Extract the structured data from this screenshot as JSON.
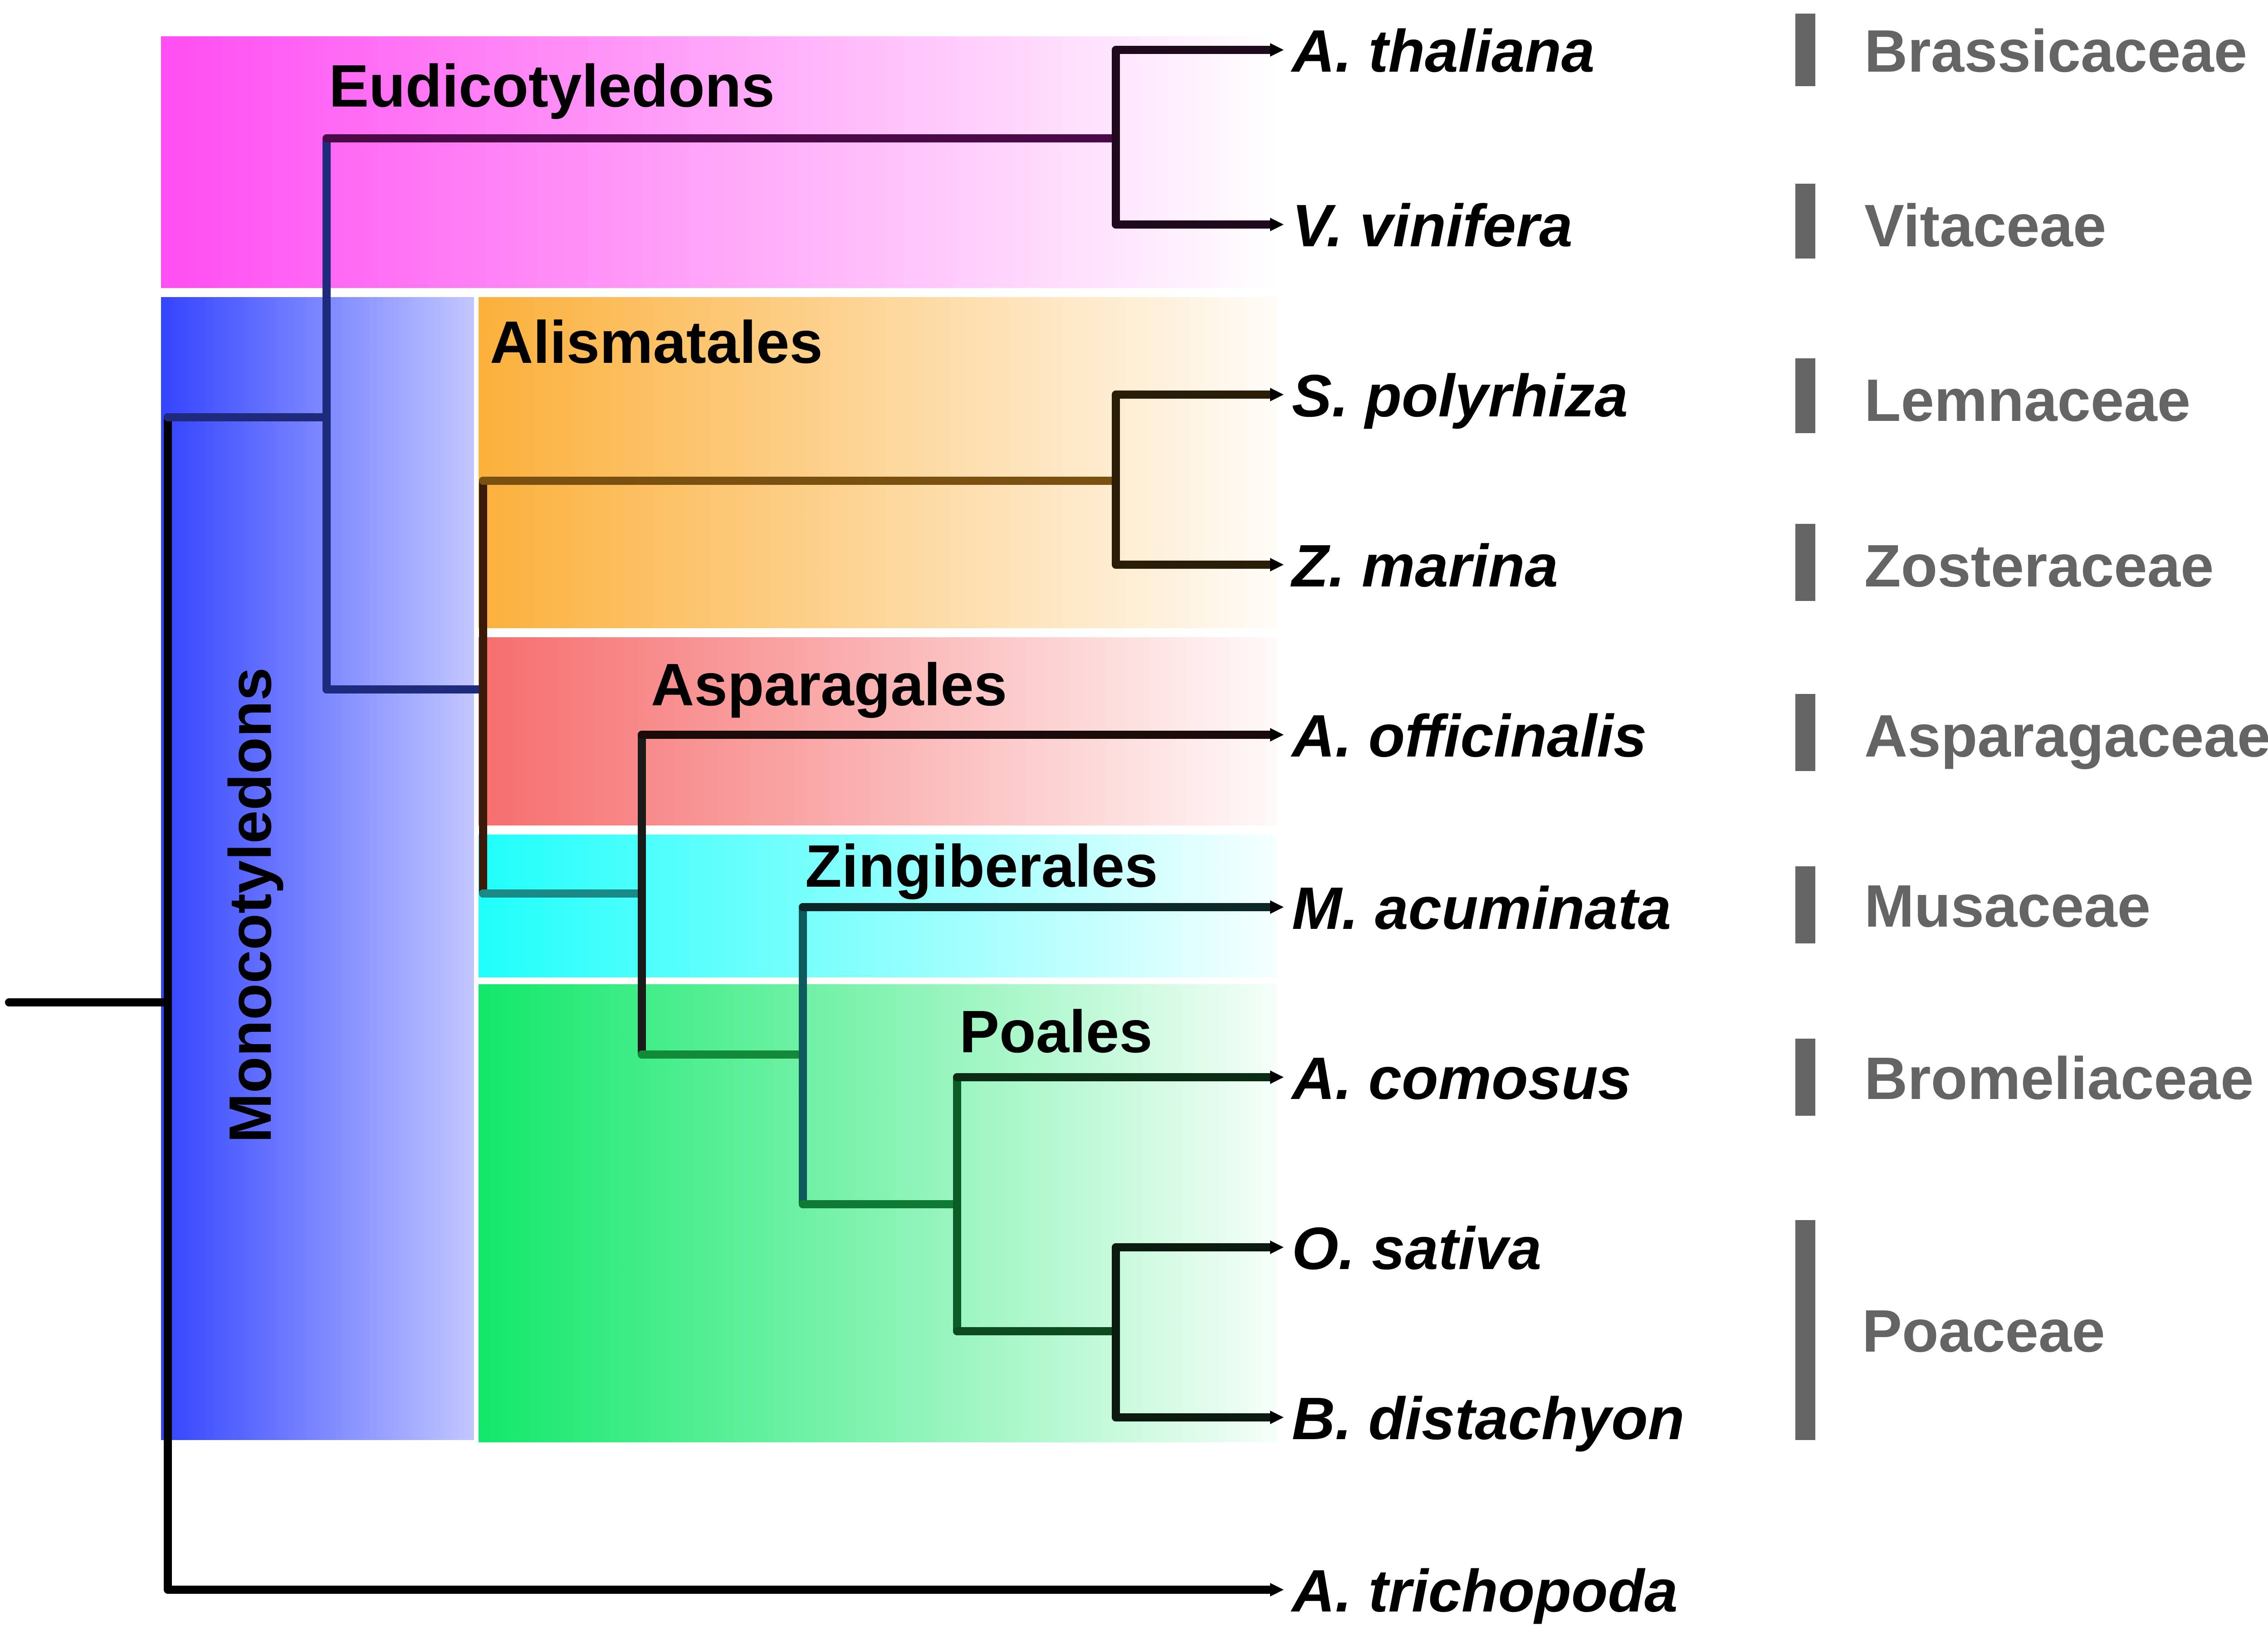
{
  "clades": {
    "eudicots": {
      "label": "Eudicotyledons",
      "color": "#ff4df2"
    },
    "monocots": {
      "label": "Monocotyledons",
      "color": "#3344ff"
    },
    "alismatales": {
      "label": "Alismatales",
      "color": "#fbb03b"
    },
    "asparagales": {
      "label": "Asparagales",
      "color": "#f66d6d"
    },
    "zingiberales": {
      "label": "Zingiberales",
      "color": "#1ffffb"
    },
    "poales": {
      "label": "Poales",
      "color": "#12e86a"
    }
  },
  "taxa": [
    {
      "name": "A. thaliana",
      "family": "Brassicaceae"
    },
    {
      "name": "V. vinifera",
      "family": "Vitaceae"
    },
    {
      "name": "S. polyrhiza",
      "family": "Lemnaceae"
    },
    {
      "name": "Z. marina",
      "family": "Zosteraceae"
    },
    {
      "name": "A. officinalis",
      "family": "Asparagaceae"
    },
    {
      "name": "M. acuminata",
      "family": "Musaceae"
    },
    {
      "name": "A. comosus",
      "family": "Bromeliaceae"
    },
    {
      "name": "O. sativa",
      "family": "Poaceae"
    },
    {
      "name": "B. distachyon",
      "family": "Poaceae"
    },
    {
      "name": "A. trichopoda",
      "family": ""
    }
  ],
  "colors": {
    "branch": "#000000",
    "family_bar": "#646464",
    "family_text": "#646464"
  }
}
